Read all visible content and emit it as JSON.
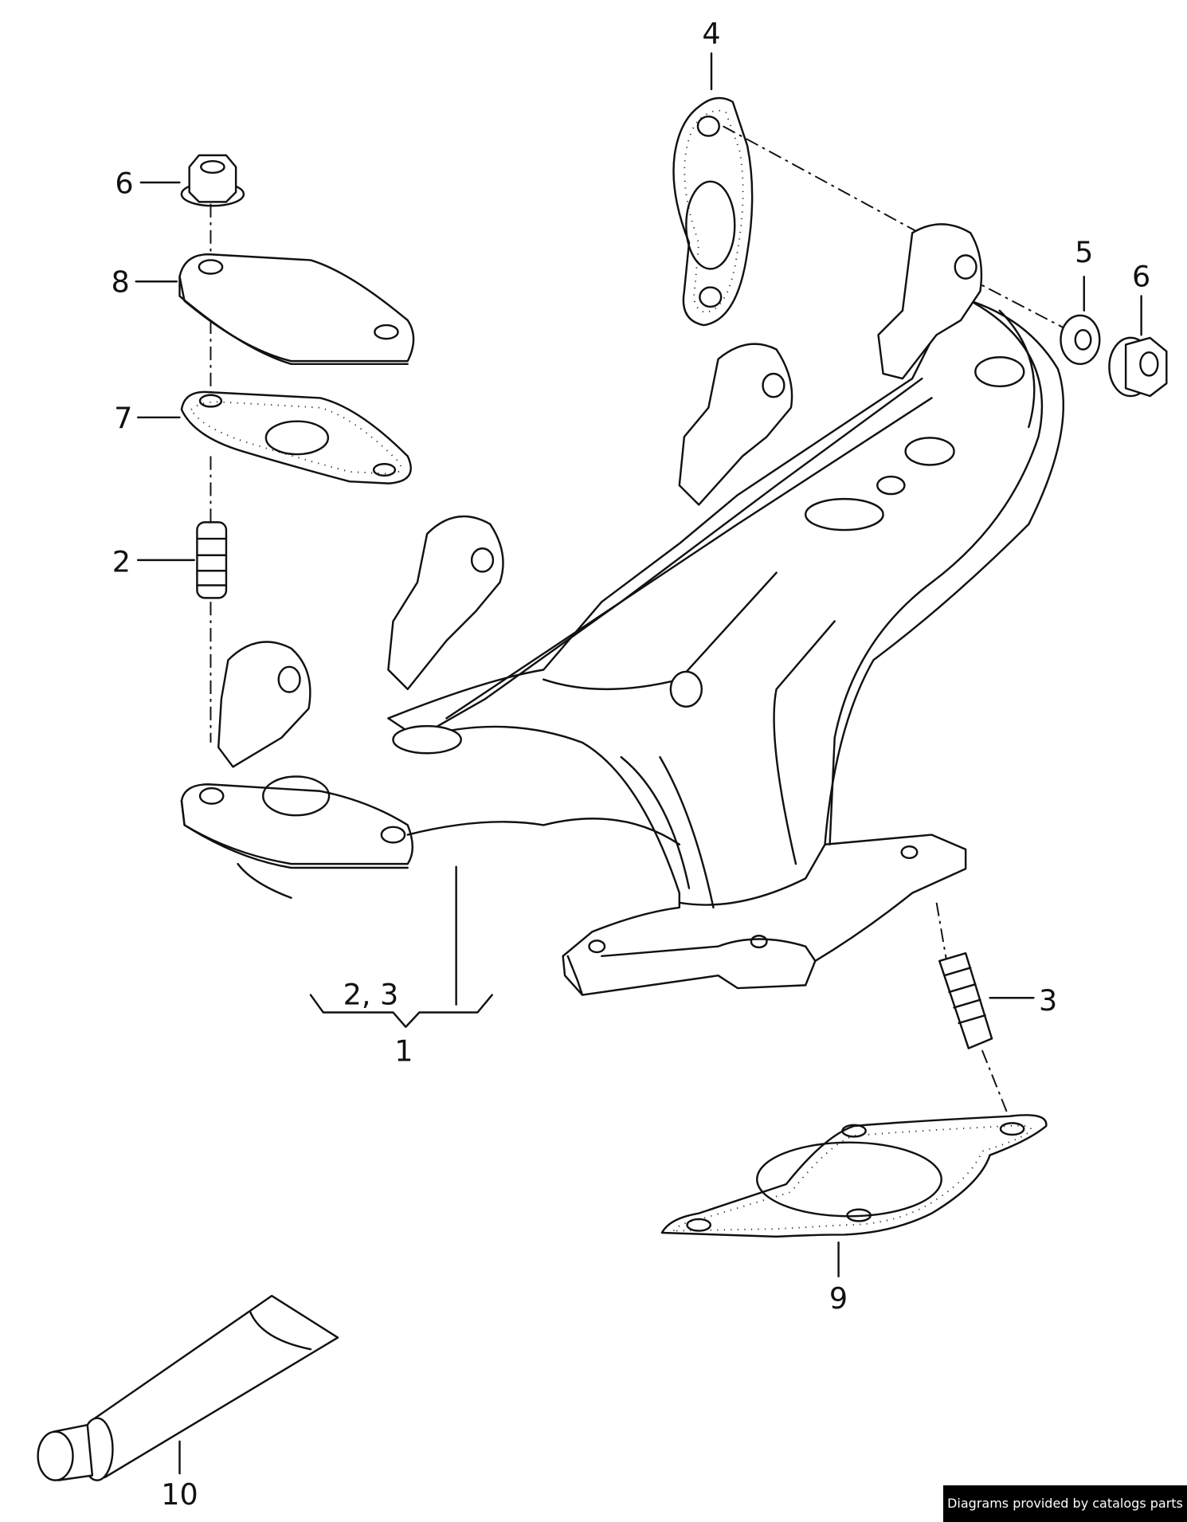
{
  "diagram": {
    "title_implied": "",
    "callouts": {
      "c1": "1",
      "c2": "2",
      "c23": "2, 3",
      "c3": "3",
      "c4": "4",
      "c5": "5",
      "c6a": "6",
      "c6b": "6",
      "c7": "7",
      "c8": "8",
      "c9": "9",
      "c10": "10"
    }
  },
  "footer": {
    "credit": "Diagrams provided by catalogs parts"
  },
  "colors": {
    "line": "#111111",
    "background": "#ffffff",
    "credit_bg": "#000000"
  }
}
